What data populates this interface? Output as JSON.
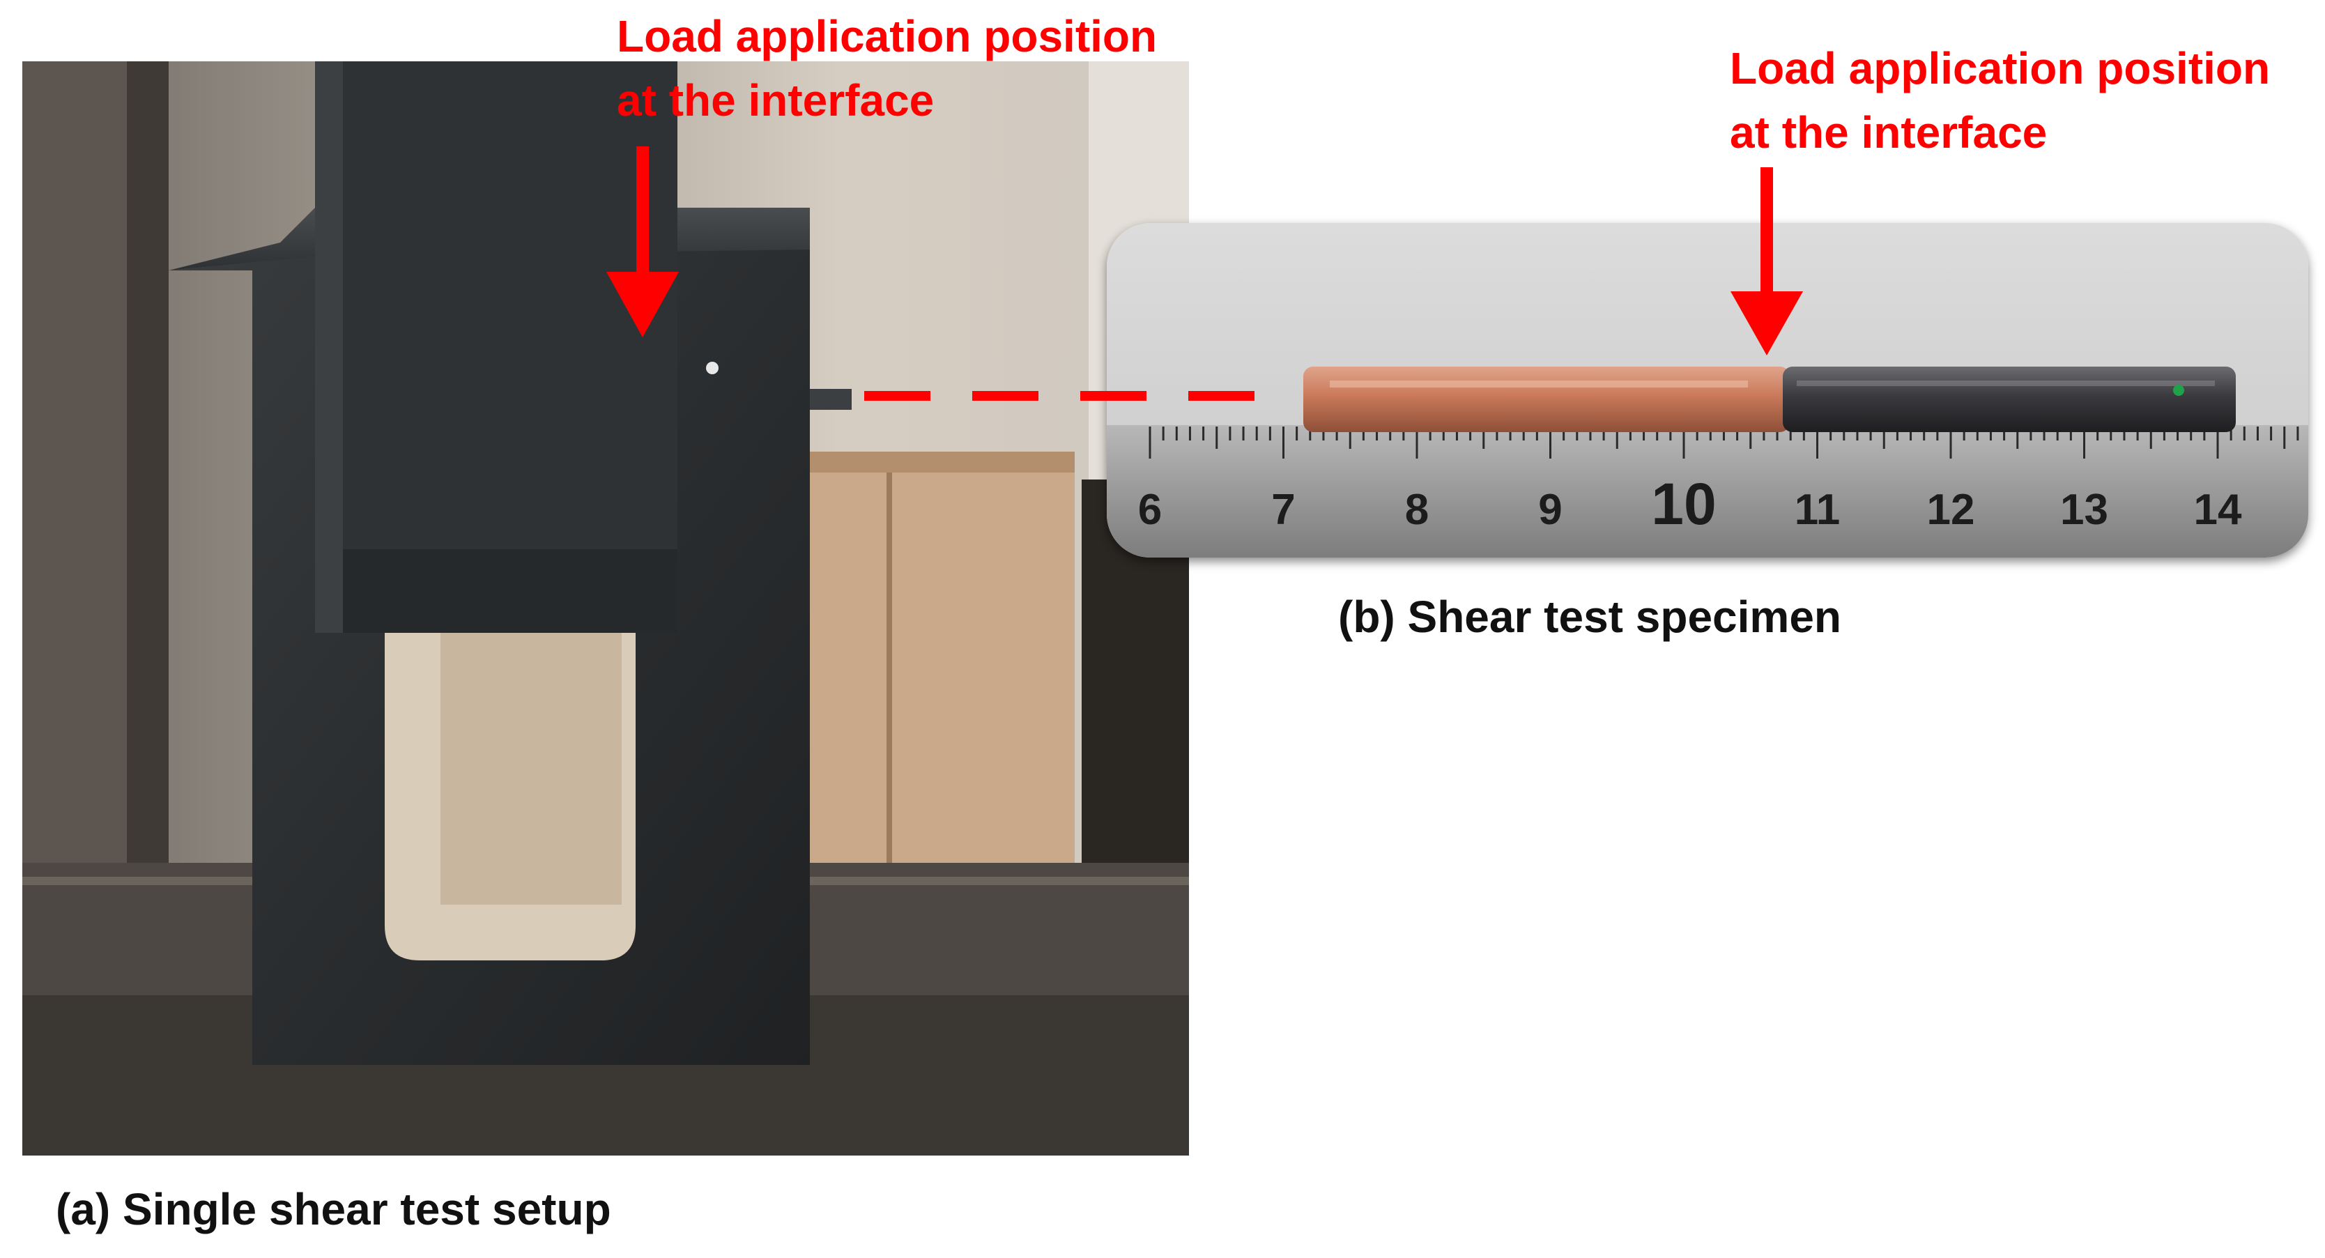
{
  "panel_a": {
    "caption": "(a) Single shear test setup",
    "annotation": {
      "line1": "Load application position",
      "line2": "at the interface"
    }
  },
  "panel_b": {
    "caption": "(b) Shear test specimen",
    "annotation": {
      "line1": "Load application position",
      "line2": "at the interface"
    },
    "ruler_labels": [
      "6",
      "7",
      "8",
      "9",
      "10",
      "11",
      "12",
      "13",
      "14"
    ]
  },
  "colors": {
    "annotation": "#ff0000",
    "copper": "#c9795a",
    "steel": "#3a3a3e",
    "fixture": "#2b2e2f",
    "marker": "#1fa34a"
  }
}
